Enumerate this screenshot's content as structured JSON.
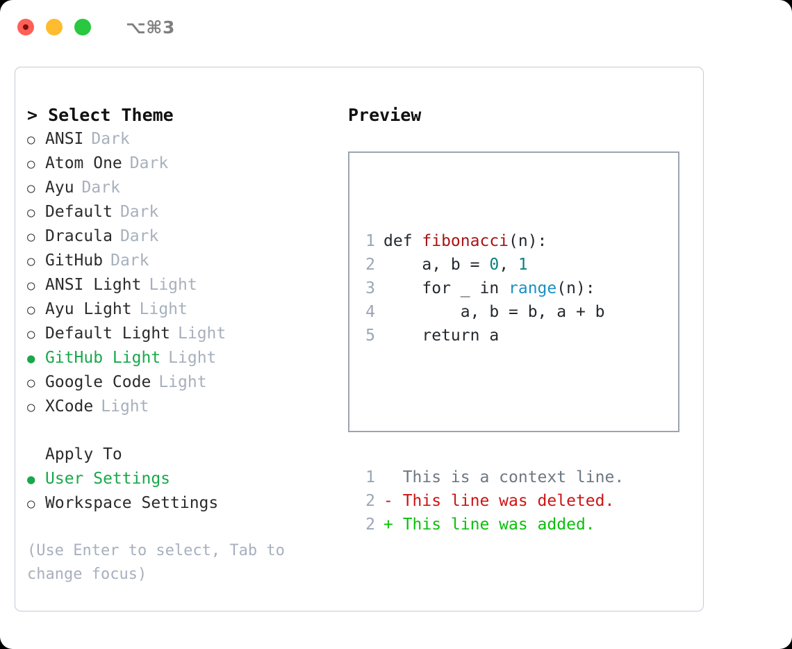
{
  "titlebar": {
    "shortcut": "⌥⌘3",
    "buttons": [
      {
        "name": "close",
        "color": "#ff5f57"
      },
      {
        "name": "minimize",
        "color": "#febc2e"
      },
      {
        "name": "maximize",
        "color": "#28c840"
      }
    ]
  },
  "left": {
    "title": "> Select Theme",
    "themes": [
      {
        "marker": "○",
        "label": "ANSI",
        "tag": "Dark",
        "selected": false
      },
      {
        "marker": "○",
        "label": "Atom One",
        "tag": "Dark",
        "selected": false
      },
      {
        "marker": "○",
        "label": "Ayu",
        "tag": "Dark",
        "selected": false
      },
      {
        "marker": "○",
        "label": "Default",
        "tag": "Dark",
        "selected": false
      },
      {
        "marker": "○",
        "label": "Dracula",
        "tag": "Dark",
        "selected": false
      },
      {
        "marker": "○",
        "label": "GitHub",
        "tag": "Dark",
        "selected": false
      },
      {
        "marker": "○",
        "label": "ANSI Light",
        "tag": "Light",
        "selected": false
      },
      {
        "marker": "○",
        "label": "Ayu Light",
        "tag": "Light",
        "selected": false
      },
      {
        "marker": "○",
        "label": "Default Light",
        "tag": "Light",
        "selected": false
      },
      {
        "marker": "●",
        "label": "GitHub Light",
        "tag": "Light",
        "selected": true
      },
      {
        "marker": "○",
        "label": "Google Code",
        "tag": "Light",
        "selected": false
      },
      {
        "marker": "○",
        "label": "XCode",
        "tag": "Light",
        "selected": false
      }
    ],
    "apply_to_heading": "Apply To",
    "apply_to": [
      {
        "marker": "●",
        "label": "User Settings",
        "selected": true
      },
      {
        "marker": "○",
        "label": "Workspace Settings",
        "selected": false
      }
    ],
    "hint": "(Use Enter to select, Tab to change focus)"
  },
  "right": {
    "title": "Preview",
    "code_lines": [
      {
        "no": "1",
        "segments": [
          {
            "t": "def ",
            "c": "plain"
          },
          {
            "t": "fibonacci",
            "c": "fn"
          },
          {
            "t": "(n):",
            "c": "plain"
          }
        ]
      },
      {
        "no": "2",
        "segments": [
          {
            "t": "    a, b = ",
            "c": "plain"
          },
          {
            "t": "0",
            "c": "num"
          },
          {
            "t": ", ",
            "c": "plain"
          },
          {
            "t": "1",
            "c": "num"
          }
        ]
      },
      {
        "no": "3",
        "segments": [
          {
            "t": "    for _ in ",
            "c": "plain"
          },
          {
            "t": "range",
            "c": "call"
          },
          {
            "t": "(n):",
            "c": "plain"
          }
        ]
      },
      {
        "no": "4",
        "segments": [
          {
            "t": "        a, b = b, a + b",
            "c": "plain"
          }
        ]
      },
      {
        "no": "5",
        "segments": [
          {
            "t": "    return a",
            "c": "plain"
          }
        ]
      }
    ],
    "diff_lines": [
      {
        "no": "1",
        "segments": [
          {
            "t": "  This is a context line.",
            "c": "ctx"
          }
        ]
      },
      {
        "no": "2",
        "segments": [
          {
            "t": "- This line was deleted.",
            "c": "del"
          }
        ]
      },
      {
        "no": "2",
        "segments": [
          {
            "t": "+ This line was added.",
            "c": "add"
          }
        ]
      }
    ]
  },
  "colors": {
    "accent_green": "#19a84a",
    "diff_add": "#0ac00a",
    "diff_del": "#cc1414",
    "function": "#a81414",
    "number": "#0a8080",
    "call": "#1a8fc4",
    "muted": "#a7b0bd",
    "lineno": "#9aa5b5",
    "panel_border": "#9aa5b1",
    "card_border": "#c3ccd6"
  }
}
